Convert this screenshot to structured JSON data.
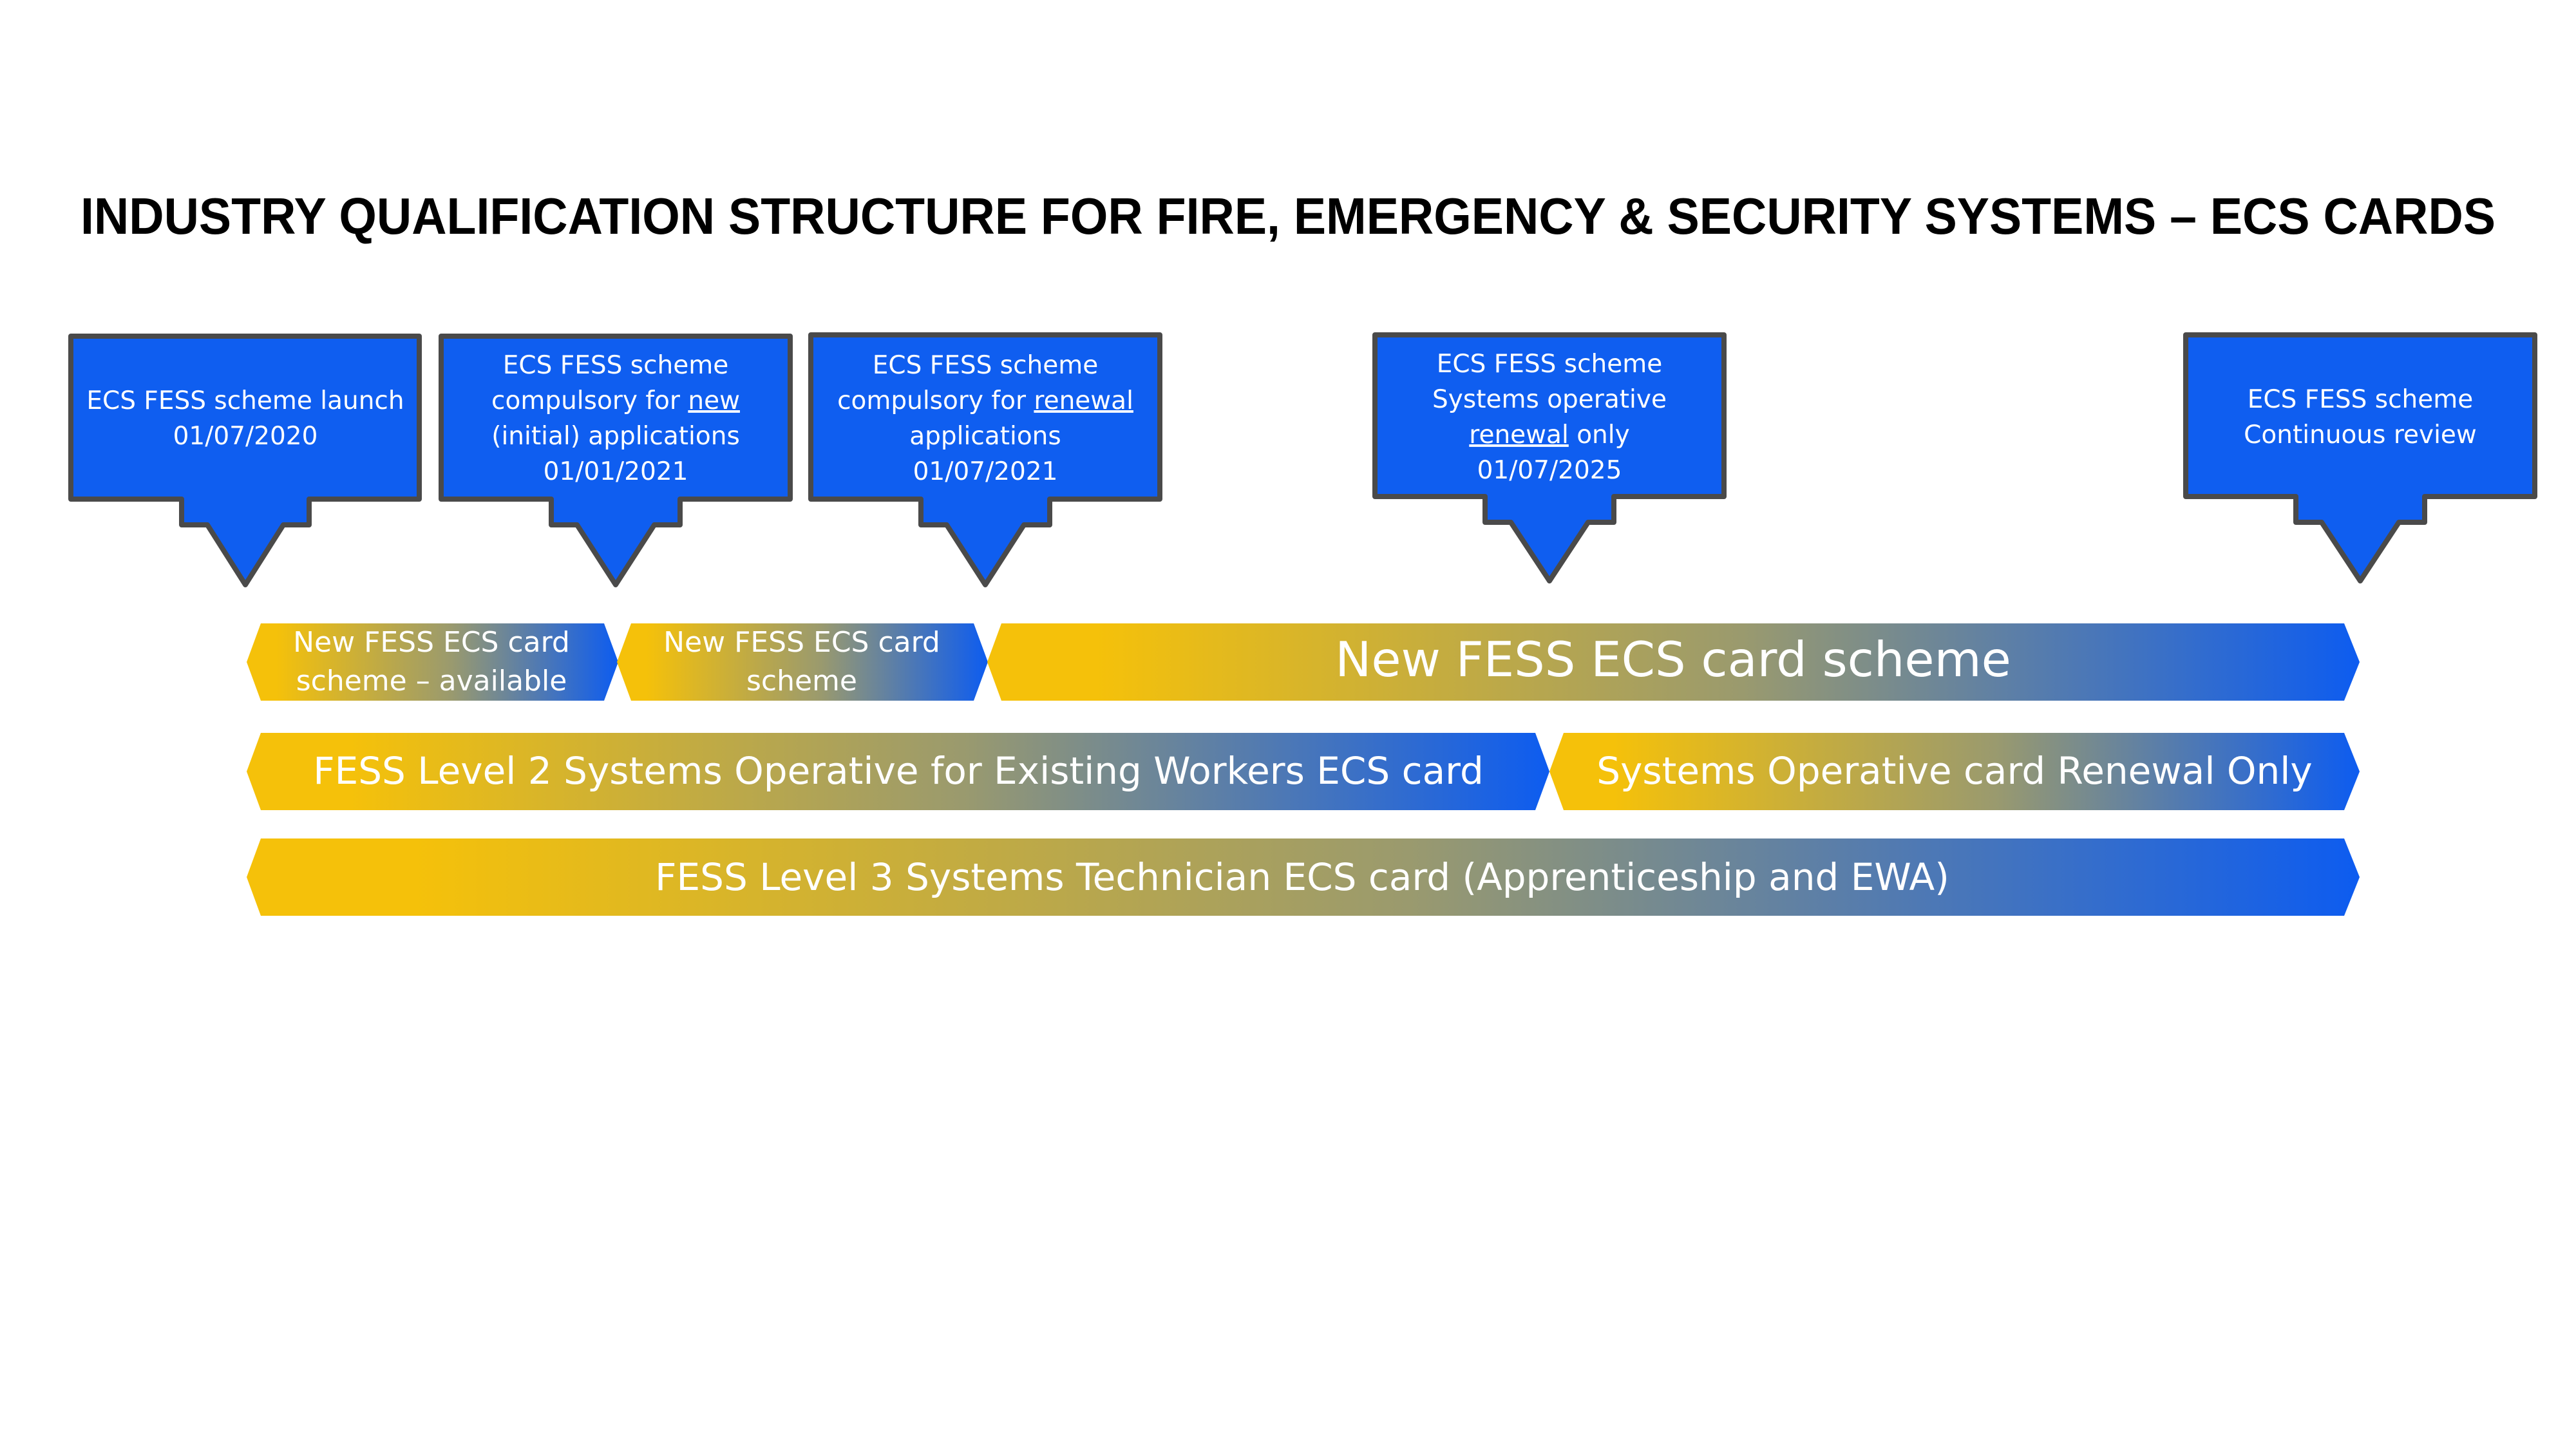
{
  "title": "INDUSTRY QUALIFICATION STRUCTURE FOR FIRE, EMERGENCY & SECURITY SYSTEMS – ECS CARDS",
  "colors": {
    "callout_fill": "#0f5ef0",
    "callout_border": "#4a4a4a",
    "gradient_yellow": "#f5c10a",
    "gradient_blue": "#0d5cf0"
  },
  "milestones": [
    {
      "line1": "ECS FESS scheme launch",
      "line2": "01/07/2020"
    },
    {
      "line1": "ECS FESS scheme",
      "line2_prefix": "compulsory for ",
      "line2_underlined": "new",
      "line3": "(initial) applications",
      "line4": "01/01/2021"
    },
    {
      "line1": "ECS FESS scheme",
      "line2_prefix": "compulsory for ",
      "line2_underlined": "renewal",
      "line3": "applications",
      "line4": "01/07/2021"
    },
    {
      "line1": "ECS FESS scheme",
      "line2": "Systems operative",
      "line3_underlined": "renewal",
      "line3_suffix": " only",
      "line4": "01/07/2025"
    },
    {
      "line1": "ECS FESS scheme",
      "line2": "Continuous review"
    }
  ],
  "bars": {
    "row1": [
      {
        "line1": "New FESS ECS card",
        "line2": "scheme – available"
      },
      {
        "line1": "New FESS ECS card",
        "line2": "scheme"
      },
      {
        "label": "New FESS ECS card scheme"
      }
    ],
    "row2": [
      {
        "label": "FESS Level 2 Systems Operative for Existing Workers ECS card"
      },
      {
        "label": "Systems Operative card Renewal Only"
      }
    ],
    "row3": [
      {
        "label": "FESS Level 3 Systems Technician ECS card (Apprenticeship and EWA)"
      }
    ]
  }
}
